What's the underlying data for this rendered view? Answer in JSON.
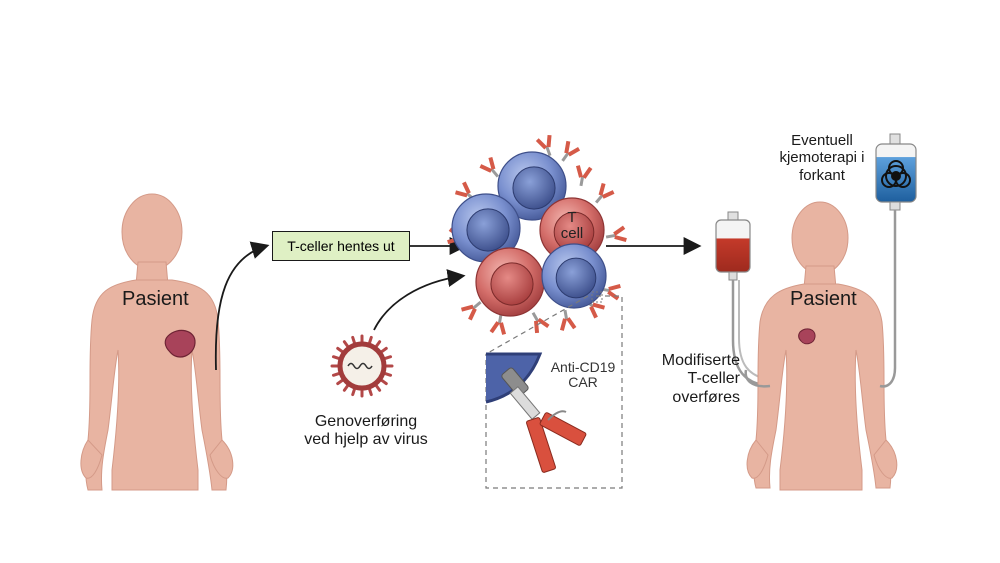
{
  "left_patient": {
    "label": "Pasient"
  },
  "right_patient": {
    "label": "Pasient"
  },
  "extraction_box": {
    "label": "T-celler hentes ut"
  },
  "gene_transfer": {
    "line1": "Genoverføring",
    "line2": "ved hjelp av virus"
  },
  "car_inset": {
    "line1": "Anti-CD19",
    "line2": "CAR"
  },
  "t_cell": {
    "line1": "T",
    "line2": "cell"
  },
  "transfer": {
    "line1": "Modifiserte",
    "line2": "T-celler",
    "line3": "overføres"
  },
  "chemo": {
    "line1": "Eventuell",
    "line2": "kjemoterapi i",
    "line3": "forkant"
  },
  "colors": {
    "skin": "#e8b4a2",
    "skin_shadow": "#d9998a",
    "tumor": "#a8435a",
    "blue_cell": "#6f86c4",
    "red_cell": "#cf6a6a",
    "box_fill": "#dff0c4",
    "blood_bag": "#c43a2a",
    "chemo_bag": "#2b74b8"
  }
}
